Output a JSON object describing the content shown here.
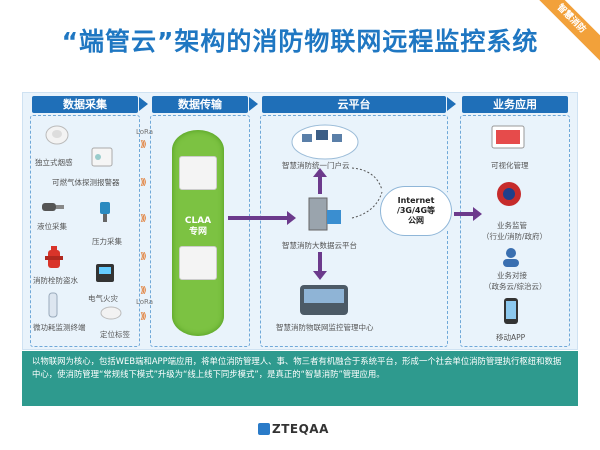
{
  "ribbon": "智慧消防",
  "title": "“端管云”架构的消防物联网远程监控系统",
  "sections": {
    "collect": "数据采集",
    "transmit": "数据传输",
    "cloud": "云平台",
    "apps": "业务应用"
  },
  "devices": [
    {
      "label": "独立式烟感",
      "icon": "smoke-detector-icon"
    },
    {
      "label": "可燃气体探测报警器",
      "icon": "gas-detector-icon"
    },
    {
      "label": "液位采集",
      "icon": "level-sensor-icon"
    },
    {
      "label": "压力采集",
      "icon": "pressure-sensor-icon"
    },
    {
      "label": "消防栓防盗水",
      "icon": "hydrant-icon"
    },
    {
      "label": "电气火灾",
      "icon": "electric-fire-icon"
    },
    {
      "label": "微功耗监测终端",
      "icon": "monitor-terminal-icon"
    },
    {
      "label": "定位标签",
      "icon": "locator-tag-icon"
    }
  ],
  "transport": {
    "lora_top": "LoRa",
    "lora_bottom": "LoRa",
    "network_line1": "CLAA",
    "network_line2": "专网"
  },
  "cloud_nodes": {
    "portal": "智慧消防统一门户云",
    "bigdata": "智慧消防大数据云平台",
    "center": "智慧消防物联网监控管理中心",
    "internet_line1": "Internet",
    "internet_line2": "/3G/4G等",
    "internet_line3": "公网"
  },
  "apps": [
    {
      "label": "可视化管理"
    },
    {
      "label": "业务监管",
      "sub": "（行业/消防/政府）"
    },
    {
      "label": "业务对接",
      "sub": "（政务云/综治云）"
    },
    {
      "label": "移动APP"
    }
  ],
  "description": "以物联网为核心，包括WEB端和APP端应用，将单位消防管理人、事、物三者有机融合于系统平台，形成一个社会单位消防管理执行枢纽和数据中心，使消防管理“常规线下模式”升级为“线上线下同步模式”，是真正的“智慧消防”管理应用。",
  "logo": "ZTEQAA",
  "colors": {
    "title": "#1f77c2",
    "header": "#1f6fb8",
    "arrow": "#6c3a8c",
    "network": "#7cc242",
    "desc": "#2e9a8e"
  }
}
